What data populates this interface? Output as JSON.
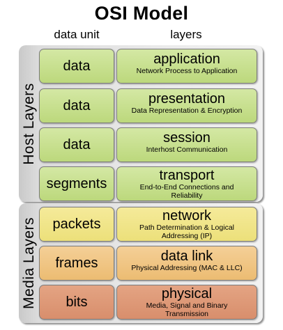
{
  "title": "OSI Model",
  "columns": {
    "unit": "data unit",
    "layers": "layers"
  },
  "groups": {
    "host": "Host Layers",
    "media": "Media Layers"
  },
  "layers": [
    {
      "unit": "data",
      "name": "application",
      "desc": "Network Process to Application",
      "color": "#c5de8e"
    },
    {
      "unit": "data",
      "name": "presentation",
      "desc": "Data Representation & Encryption",
      "color": "#c5de8e"
    },
    {
      "unit": "data",
      "name": "session",
      "desc": "Interhost Communication",
      "color": "#c5de8e"
    },
    {
      "unit": "segments",
      "name": "transport",
      "desc": "End-to-End Connections and Reliability",
      "color": "#c5de8e"
    },
    {
      "unit": "packets",
      "name": "network",
      "desc": "Path Determination & Logical Addressing (IP)",
      "color": "#f0e48a"
    },
    {
      "unit": "frames",
      "name": "data link",
      "desc": "Physical Addressing (MAC & LLC)",
      "color": "#f0c684"
    },
    {
      "unit": "bits",
      "name": "physical",
      "desc": "Media, Signal and Binary Transmission",
      "color": "#de9a78"
    }
  ]
}
